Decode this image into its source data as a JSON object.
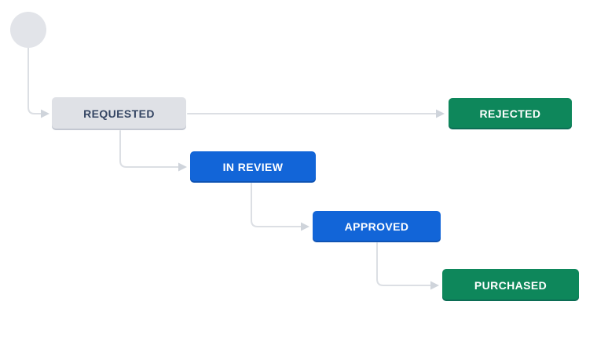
{
  "diagram": {
    "type": "workflow",
    "nodes": {
      "start": {
        "kind": "initial-node",
        "label": ""
      },
      "requested": {
        "label": "REQUESTED",
        "category": "todo"
      },
      "rejected": {
        "label": "REJECTED",
        "category": "done"
      },
      "in_review": {
        "label": "IN REVIEW",
        "category": "in-progress"
      },
      "approved": {
        "label": "APPROVED",
        "category": "in-progress"
      },
      "purchased": {
        "label": "PURCHASED",
        "category": "done"
      }
    },
    "transitions": [
      {
        "from": "start",
        "to": "requested"
      },
      {
        "from": "requested",
        "to": "rejected"
      },
      {
        "from": "requested",
        "to": "in_review"
      },
      {
        "from": "in_review",
        "to": "approved"
      },
      {
        "from": "approved",
        "to": "purchased"
      }
    ],
    "colors": {
      "todo_bg": "#DFE1E6",
      "todo_text": "#344563",
      "in_progress_bg": "#1265D8",
      "in_progress_text": "#FFFFFF",
      "done_bg": "#0E875B",
      "done_text": "#FFFFFF",
      "connector_line": "#DCDFE4",
      "connector_arrowhead": "#CFD4DB",
      "start_node_fill": "#E2E4E9",
      "canvas_bg": "#FFFFFF"
    }
  }
}
